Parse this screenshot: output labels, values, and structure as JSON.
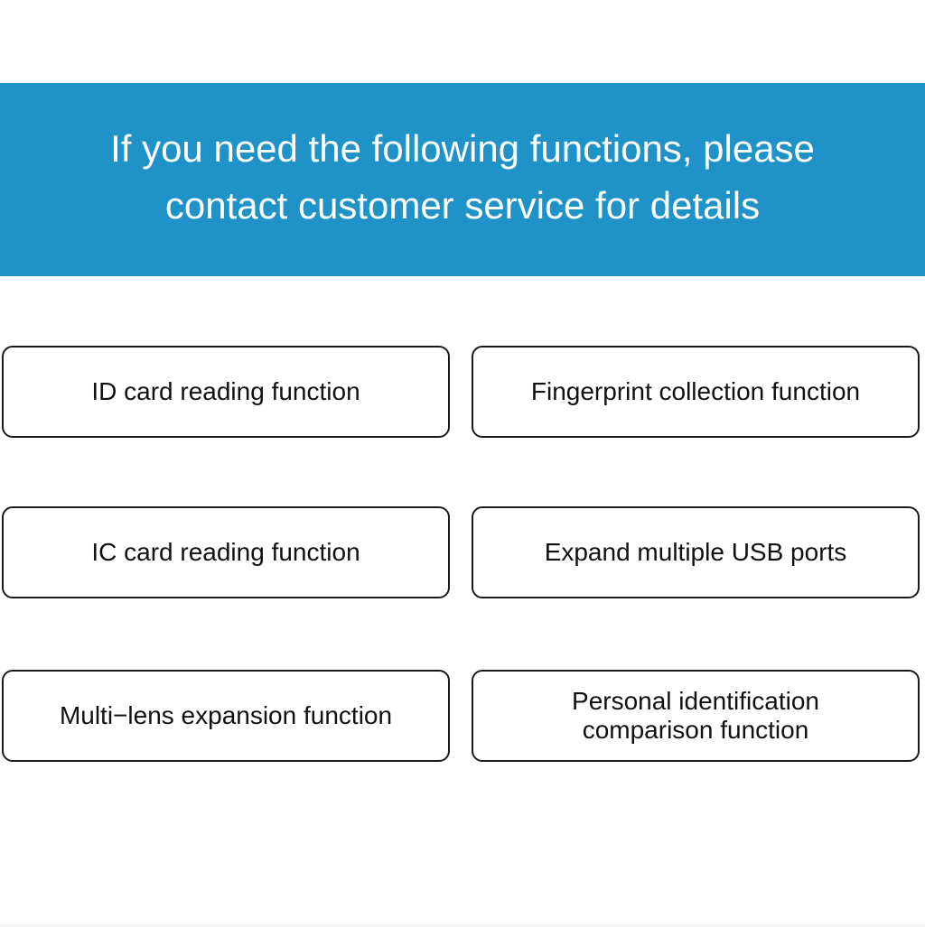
{
  "banner": {
    "text": "If you need the following functions, please contact customer service for details",
    "background_color": "#1f93c8",
    "text_color": "#ffffff"
  },
  "features": [
    {
      "label": "ID card reading function"
    },
    {
      "label": "Fingerprint collection function"
    },
    {
      "label": "IC card reading function"
    },
    {
      "label": "Expand multiple USB ports"
    },
    {
      "label": "Multi−lens expansion function"
    },
    {
      "label": "Personal identification comparison function"
    }
  ]
}
